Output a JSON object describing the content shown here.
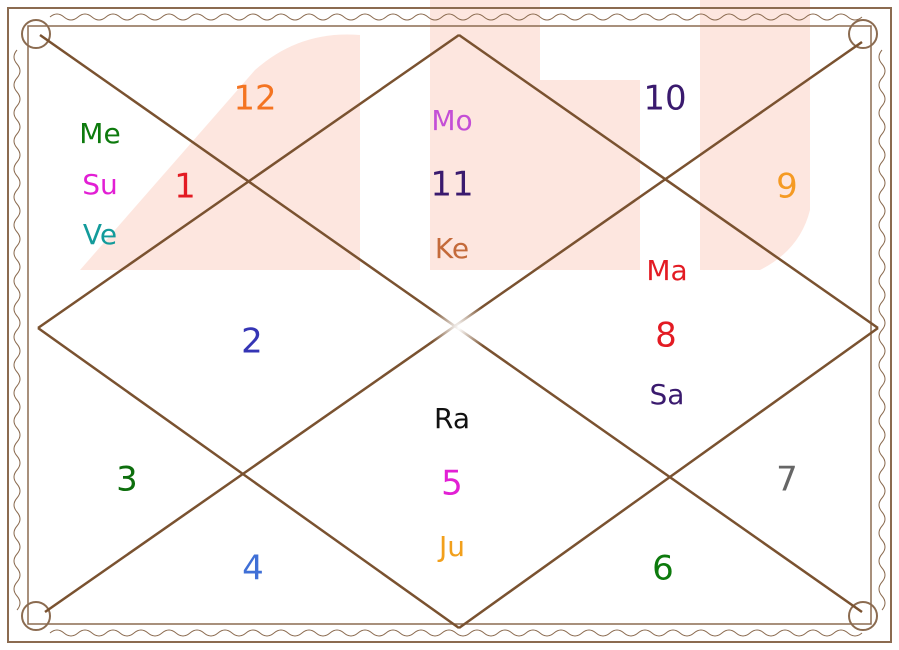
{
  "houses": [
    {
      "number": "1",
      "number_color": "#e31b23",
      "planets": [
        {
          "abbr": "Me",
          "color": "#0d7a0d"
        },
        {
          "abbr": "Su",
          "color": "#e21fd4"
        },
        {
          "abbr": "Ve",
          "color": "#139b9b"
        }
      ]
    },
    {
      "number": "2",
      "number_color": "#3535b5",
      "planets": []
    },
    {
      "number": "3",
      "number_color": "#0d6e0d",
      "planets": []
    },
    {
      "number": "4",
      "number_color": "#3f6fd6",
      "planets": []
    },
    {
      "number": "5",
      "number_color": "#e21fd4",
      "planets": [
        {
          "abbr": "Ra",
          "color": "#111111"
        },
        {
          "abbr": "Ju",
          "color": "#f2a01c"
        }
      ]
    },
    {
      "number": "6",
      "number_color": "#0d7a0d",
      "planets": []
    },
    {
      "number": "7",
      "number_color": "#666666",
      "planets": []
    },
    {
      "number": "8",
      "number_color": "#e31b23",
      "planets": [
        {
          "abbr": "Ma",
          "color": "#e31b23"
        },
        {
          "abbr": "Sa",
          "color": "#3a1a6e"
        }
      ]
    },
    {
      "number": "9",
      "number_color": "#f59a23",
      "planets": []
    },
    {
      "number": "10",
      "number_color": "#3a1a6e",
      "planets": []
    },
    {
      "number": "11",
      "number_color": "#3a1a6e",
      "planets": [
        {
          "abbr": "Mo",
          "color": "#c44ed6"
        },
        {
          "abbr": "Ke",
          "color": "#c46a3a"
        }
      ]
    },
    {
      "number": "12",
      "number_color": "#f47421",
      "planets": []
    }
  ],
  "colors": {
    "line": "#7a5230",
    "border": "#8b6b50",
    "watermark": "#fde6df"
  }
}
